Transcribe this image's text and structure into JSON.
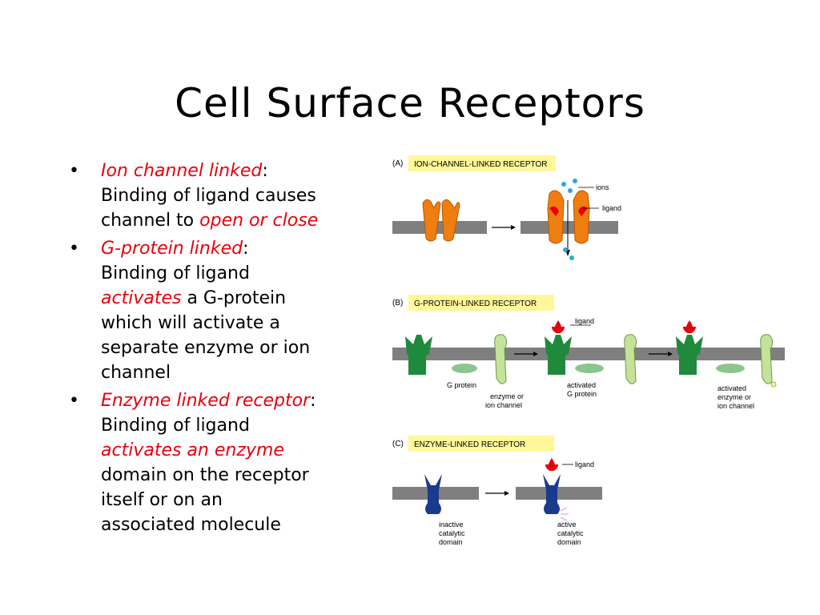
{
  "title": "Cell Surface Receptors",
  "bullets": [
    {
      "heading": "Ion channel linked",
      "colon": ":",
      "lines": [
        {
          "parts": [
            {
              "t": "Binding of ligand causes",
              "red": false
            }
          ]
        },
        {
          "parts": [
            {
              "t": "channel to ",
              "red": false
            },
            {
              "t": "open or close",
              "red": true
            }
          ]
        }
      ]
    },
    {
      "heading": "G-protein linked",
      "colon": ":",
      "lines": [
        {
          "parts": [
            {
              "t": "Binding of ligand",
              "red": false
            }
          ]
        },
        {
          "parts": [
            {
              "t": "activates",
              "red": true
            },
            {
              "t": " a G-protein",
              "red": false
            }
          ]
        },
        {
          "parts": [
            {
              "t": "which will activate a",
              "red": false
            }
          ]
        },
        {
          "parts": [
            {
              "t": "separate enzyme or ion",
              "red": false
            }
          ]
        },
        {
          "parts": [
            {
              "t": "channel",
              "red": false
            }
          ]
        }
      ]
    },
    {
      "heading": "Enzyme linked receptor",
      "colon": ":",
      "lines": [
        {
          "parts": [
            {
              "t": "Binding of ligand",
              "red": false
            }
          ]
        },
        {
          "parts": [
            {
              "t": "activates an enzyme",
              "red": true
            }
          ]
        },
        {
          "parts": [
            {
              "t": "domain on the receptor",
              "red": false
            }
          ]
        },
        {
          "parts": [
            {
              "t": "itself or on an",
              "red": false
            }
          ]
        },
        {
          "parts": [
            {
              "t": "associated molecule",
              "red": false
            }
          ]
        }
      ]
    }
  ],
  "panels": {
    "a": {
      "letter": "(A)",
      "label": "ION-CHANNEL-LINKED  RECEPTOR",
      "ions": "ions",
      "ligand": "ligand"
    },
    "b": {
      "letter": "(B)",
      "label": "G-PROTEIN-LINKED  RECEPTOR",
      "ligand": "ligand",
      "g_protein": "G protein",
      "enzyme_1": "enzyme or",
      "enzyme_2": "ion channel",
      "act_g_1": "activated",
      "act_g_2": "G protein",
      "act_e_1": "activated",
      "act_e_2": "enzyme or",
      "act_e_3": "ion channel"
    },
    "c": {
      "letter": "(C)",
      "label": "ENZYME-LINKED  RECEPTOR",
      "ligand": "ligand",
      "inactive_1": "inactive",
      "inactive_2": "catalytic",
      "inactive_3": "domain",
      "active_1": "active",
      "active_2": "catalytic",
      "active_3": "domain"
    }
  },
  "colors": {
    "accent_red": "#e8000b",
    "label_box": "#fff799",
    "membrane": "#7f7f7f",
    "channel": "#ef7d10",
    "receptor_green": "#1f8a3c",
    "g_green": "#c6e29a",
    "g_active": "#8cc58e",
    "enzyme_blue": "#1a3a8c",
    "ion_blue": "#2aa7e0"
  }
}
